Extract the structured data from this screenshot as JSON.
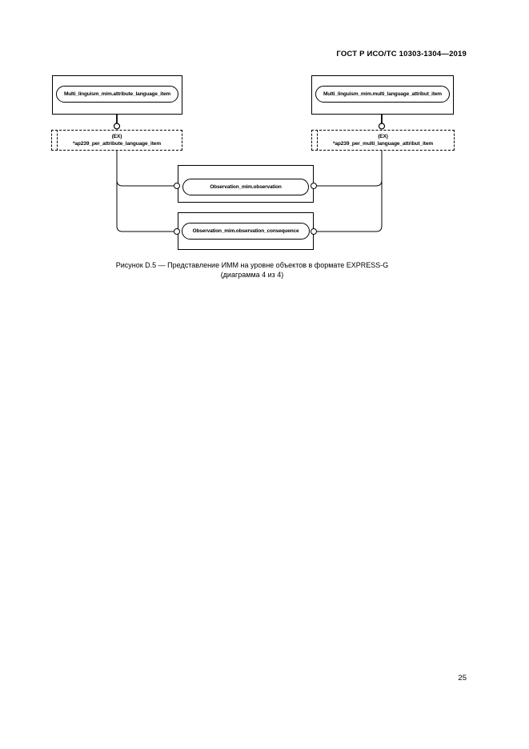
{
  "page": {
    "header": "ГОСТ Р ИСО/ТС 10303-1304—2019",
    "page_number": "25"
  },
  "diagram": {
    "nodes": {
      "top_left_entity": "Multi_linguism_mim.attribute_language_item",
      "top_right_entity": "Multi_linguism_mim.multi_language_attribut_item",
      "ref_left": {
        "marker": "(EX)",
        "name": "*ap239_per_attribute_language_item"
      },
      "ref_right": {
        "marker": "(EX)",
        "name": "*ap239_per_multi_language_attribut_item"
      },
      "center_top_entity": "Observation_mim.observation",
      "center_bottom_entity": "Observation_mim.observation_consequence"
    },
    "line_color": "#000000",
    "background_color": "#ffffff"
  },
  "caption": {
    "line1": "Рисунок D.5 — Представление ИММ на уровне объектов в формате EXPRESS-G",
    "line2": "(диаграмма 4 из 4)"
  }
}
